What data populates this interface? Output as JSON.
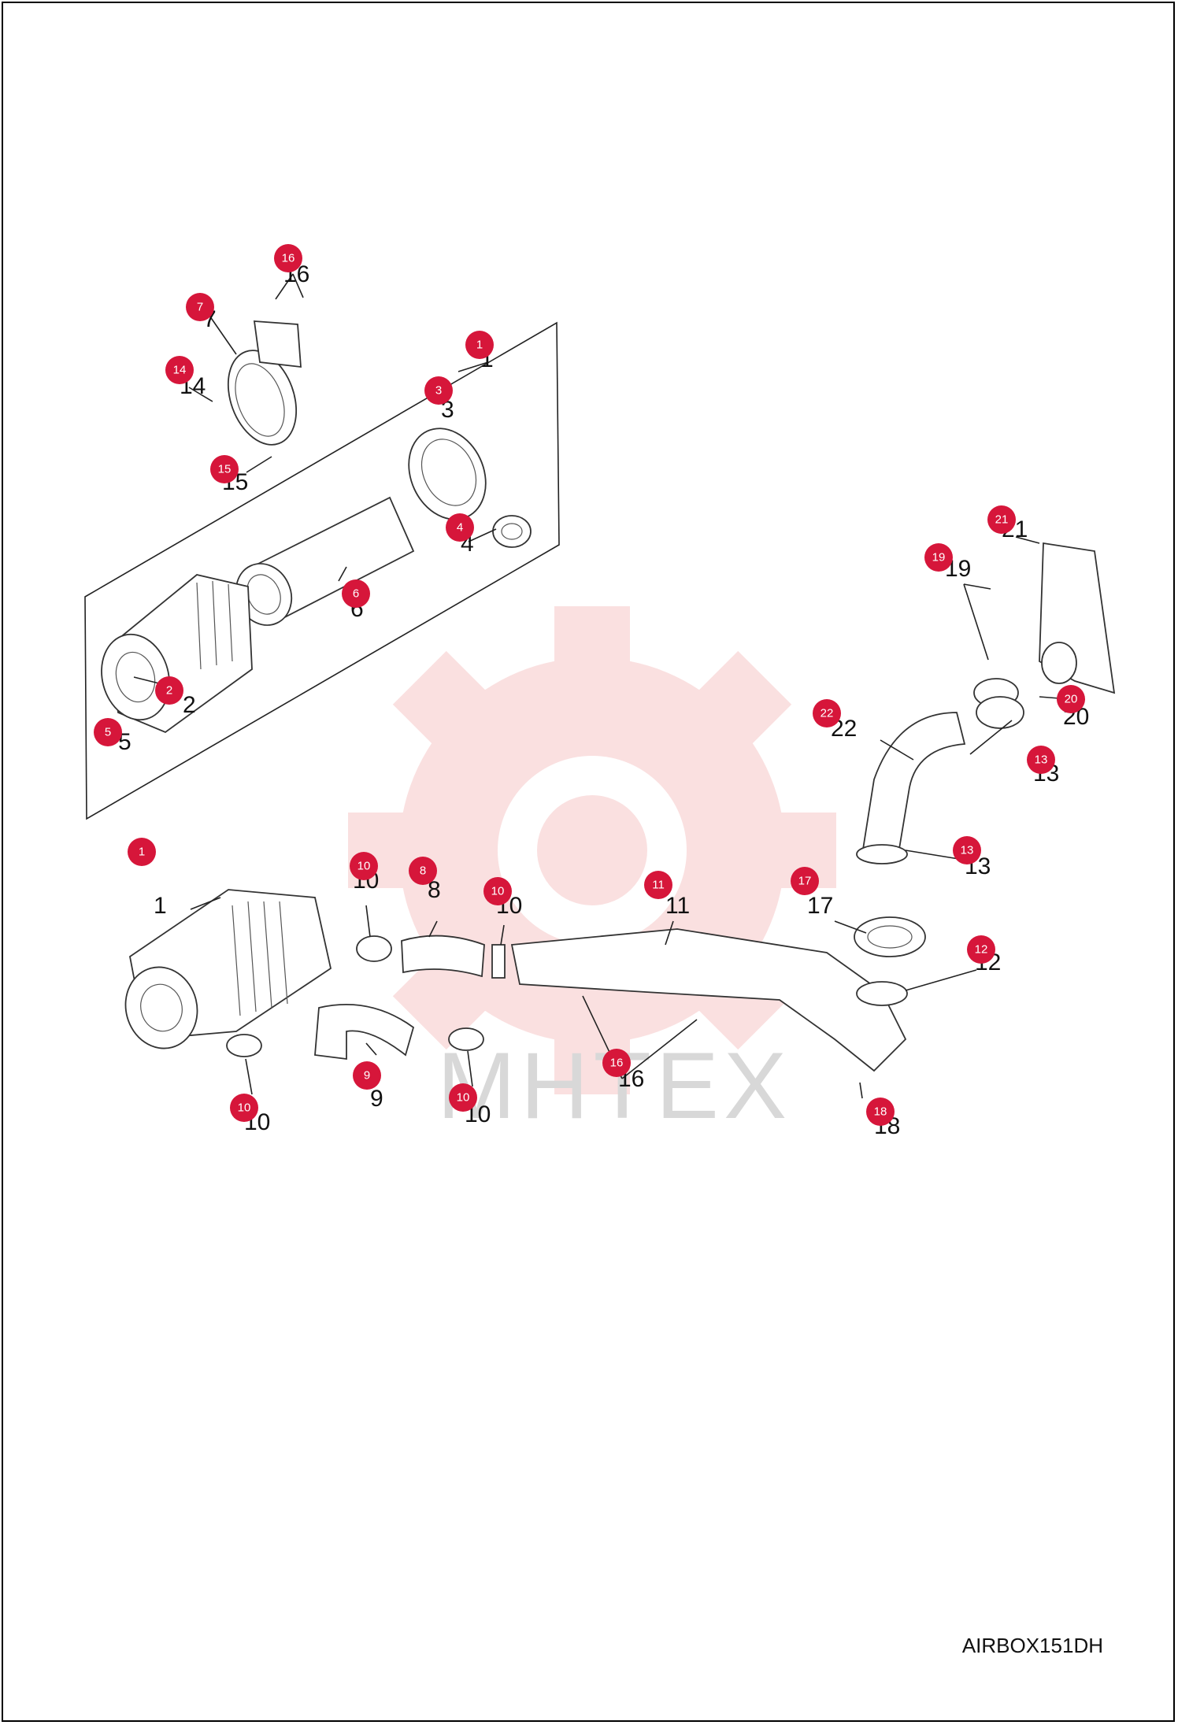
{
  "diagram_code": "AIRBOX151DH",
  "watermark_text": "MHTEX",
  "colors": {
    "badge": "#d6163a",
    "watermark_gear": "#f6c8c8",
    "line": "#222222"
  },
  "callouts": [
    {
      "num": "1"
    },
    {
      "num": "2"
    },
    {
      "num": "3"
    },
    {
      "num": "4"
    },
    {
      "num": "5"
    },
    {
      "num": "6"
    },
    {
      "num": "7"
    },
    {
      "num": "8"
    },
    {
      "num": "9"
    },
    {
      "num": "10"
    },
    {
      "num": "11"
    },
    {
      "num": "12"
    },
    {
      "num": "13"
    },
    {
      "num": "14"
    },
    {
      "num": "15"
    },
    {
      "num": "16"
    },
    {
      "num": "17"
    },
    {
      "num": "18"
    },
    {
      "num": "19"
    },
    {
      "num": "20"
    },
    {
      "num": "21"
    },
    {
      "num": "22"
    }
  ]
}
